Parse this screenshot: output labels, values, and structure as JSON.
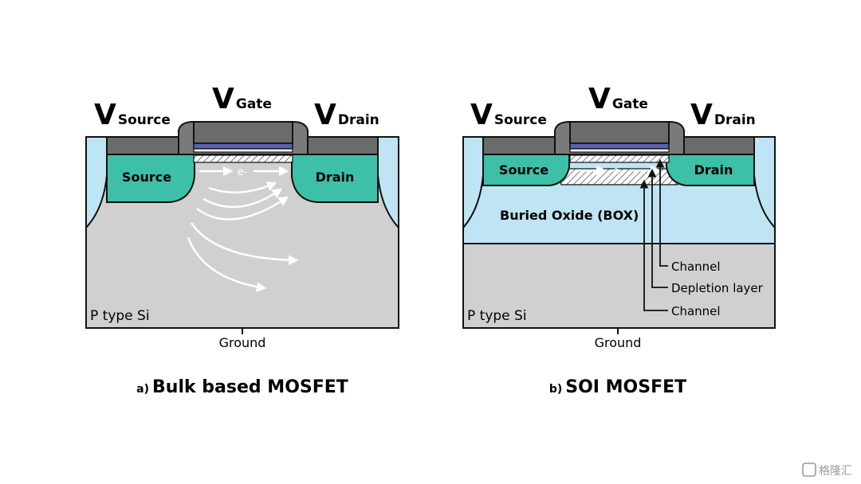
{
  "colors": {
    "substrate": "#d0d0d0",
    "source_drain": "#3dbfa8",
    "spacer": "#7a7a7a",
    "contact": "#6b6b6b",
    "gate_oxide": "#5a5fb0",
    "isolation": "#bfe4f4",
    "box": "#bfe4f4",
    "outline": "#111111"
  },
  "bulk": {
    "v_source": "V",
    "v_source_sub": "Source",
    "v_gate": "V",
    "v_gate_sub": "Gate",
    "v_drain": "V",
    "v_drain_sub": "Drain",
    "source_label": "Source",
    "drain_label": "Drain",
    "electron_label": "e-",
    "substrate_label": "P type Si",
    "ground_label": "Ground",
    "caption_prefix": "a)",
    "caption": "Bulk based MOSFET"
  },
  "soi": {
    "v_source": "V",
    "v_source_sub": "Source",
    "v_gate": "V",
    "v_gate_sub": "Gate",
    "v_drain": "V",
    "v_drain_sub": "Drain",
    "source_label": "Source",
    "drain_label": "Drain",
    "electron_label": "e-",
    "box_label": "Buried Oxide (BOX)",
    "substrate_label": "P type Si",
    "ground_label": "Ground",
    "callout_channel_top": "Channel",
    "callout_depletion": "Depletion layer",
    "callout_channel_bottom": "Channel",
    "caption_prefix": "b)",
    "caption": "SOI MOSFET"
  },
  "watermark": "格隆汇"
}
